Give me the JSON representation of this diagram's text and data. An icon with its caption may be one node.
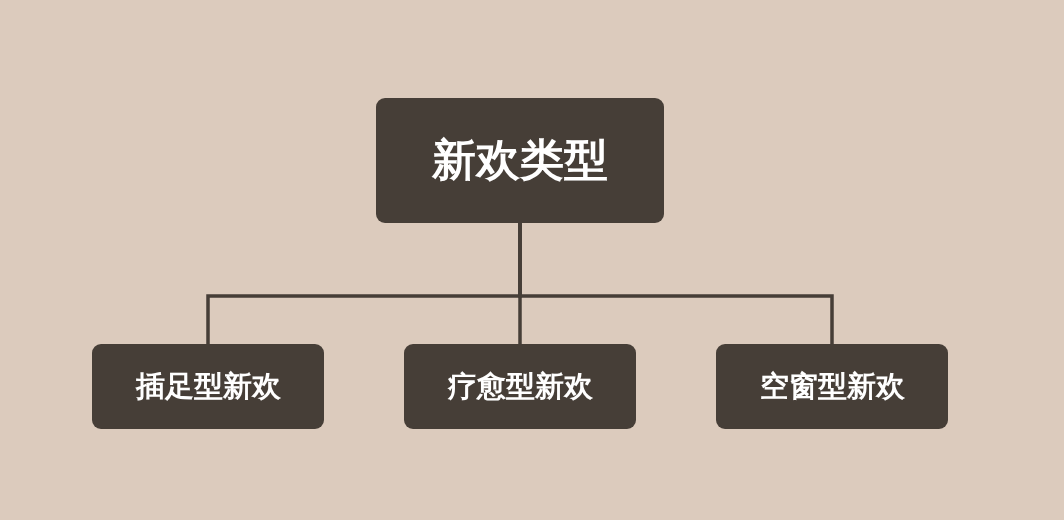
{
  "diagram": {
    "nodes": [
      {
        "text": [
          "新欢类型"
        ]
      },
      {
        "text": [
          "插足型新欢"
        ]
      },
      {
        "text": [
          "疗愈型新欢"
        ]
      },
      {
        "text": [
          "空窗型新欢"
        ]
      }
    ],
    "edges": [
      {
        "from": 0,
        "to": 1,
        "arrow": "none"
      },
      {
        "from": 0,
        "to": 2,
        "arrow": "none"
      },
      {
        "from": 0,
        "to": 3,
        "arrow": "none"
      }
    ]
  }
}
